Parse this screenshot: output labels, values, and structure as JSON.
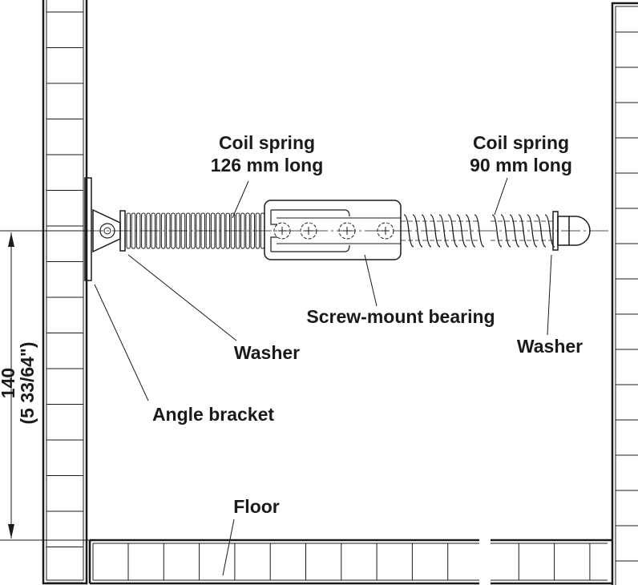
{
  "labels": {
    "coil_spring_left": [
      "Coil spring",
      "126 mm long"
    ],
    "coil_spring_right": [
      "Coil spring",
      "90 mm long"
    ],
    "bearing": "Screw-mount bearing",
    "washer_left": "Washer",
    "washer_right": "Washer",
    "angle_bracket": "Angle bracket",
    "floor": "Floor"
  },
  "dimension": {
    "value": "140",
    "imperial": "(5 33/64\")"
  }
}
